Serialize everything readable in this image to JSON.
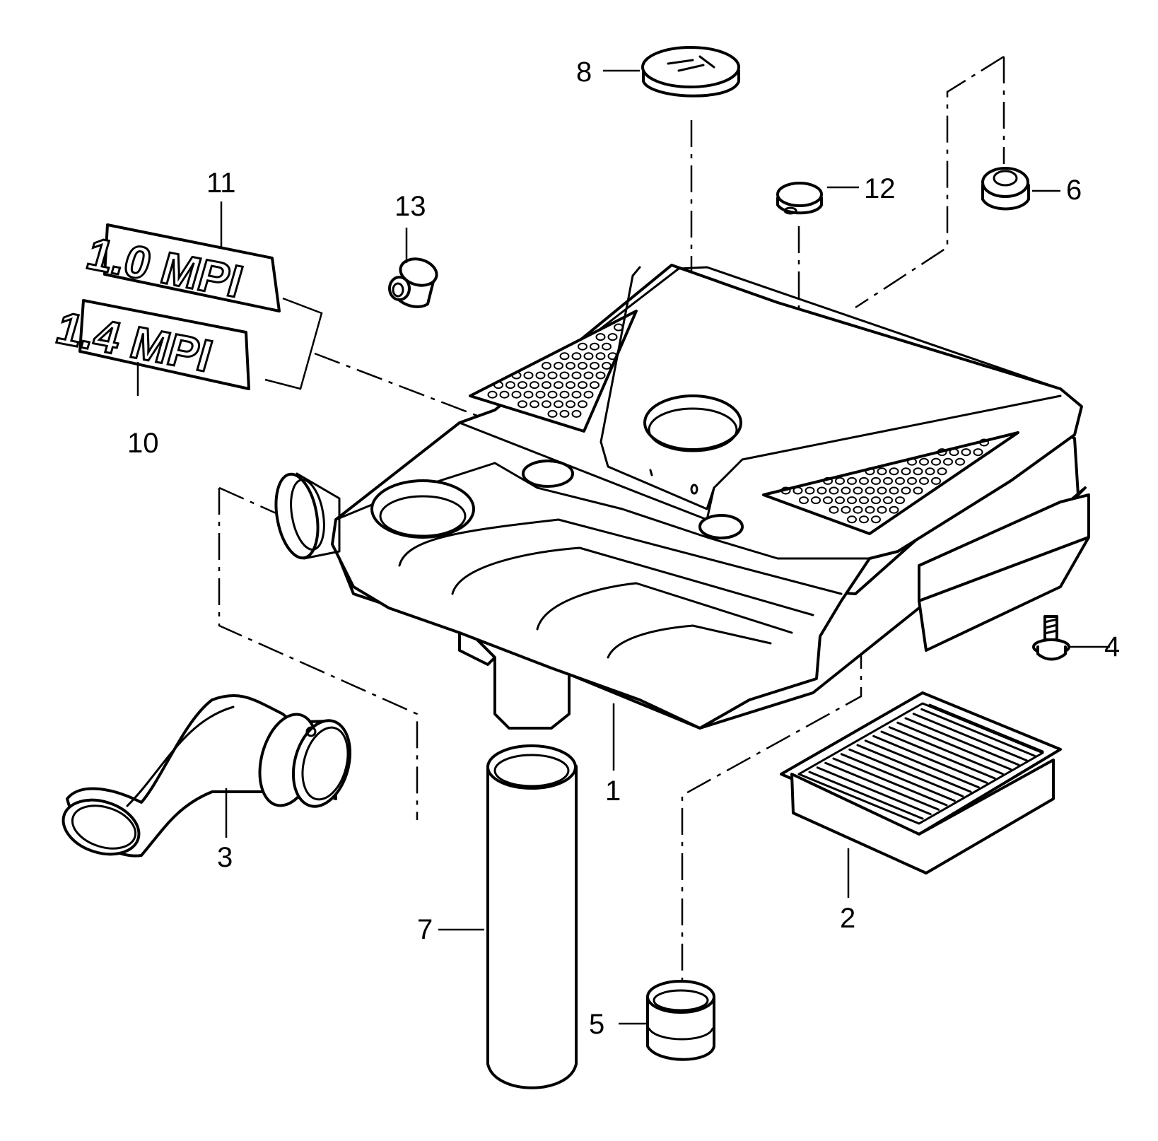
{
  "callouts": {
    "c1": "1",
    "c2": "2",
    "c3": "3",
    "c4": "4",
    "c5": "5",
    "c6": "6",
    "c7": "7",
    "c8": "8",
    "c10": "10",
    "c11": "11",
    "c12": "12",
    "c13": "13"
  },
  "badges": {
    "badge_10l": "1.0 MPI",
    "badge_14l": "1.4 MPI"
  }
}
